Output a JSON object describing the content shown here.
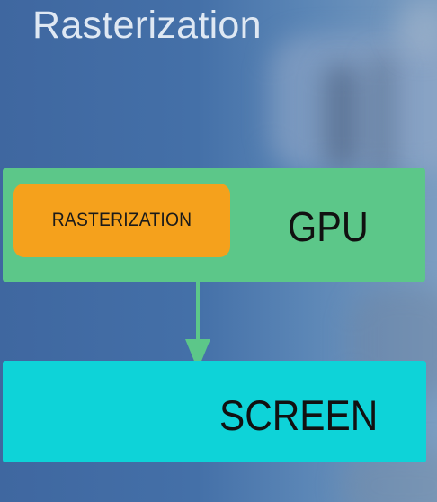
{
  "slide": {
    "title": "Rasterization"
  },
  "diagram": {
    "gpu_block": {
      "label": "GPU",
      "color": "#5cc789"
    },
    "rasterization_block": {
      "label": "RASTERIZATION",
      "color": "#f5a11c"
    },
    "screen_block": {
      "label": "SCREEN",
      "color": "#0ed3d8"
    },
    "arrow": {
      "from": "GPU",
      "to": "SCREEN",
      "color": "#5cc789"
    }
  }
}
